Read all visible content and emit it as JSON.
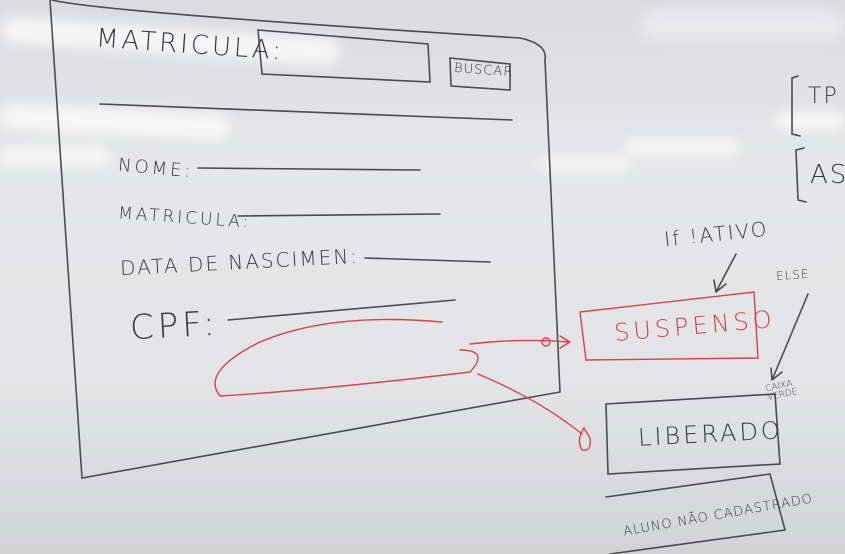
{
  "whiteboard": {
    "form": {
      "matricula_search_label": "MATRICULA:",
      "search_button": "BUSCAR",
      "field_nome": "NOME:",
      "field_matricula": "MATRICULA:",
      "field_data_nascimento": "DATA DE NASCIMEN:",
      "field_cpf": "CPF:"
    },
    "logic": {
      "condition_if": "If !ATIVO",
      "condition_else": "ELSE",
      "note_caixa_verde": "CAIXA VERDE",
      "state_suspenso": "SUSPENSO",
      "state_liberado": "LIBERADO",
      "state_nao_cadastrado": "ALUNO NÃO CADASTRADO"
    },
    "edge_notes": {
      "top_right": "TP",
      "mid_right": "AS"
    }
  }
}
